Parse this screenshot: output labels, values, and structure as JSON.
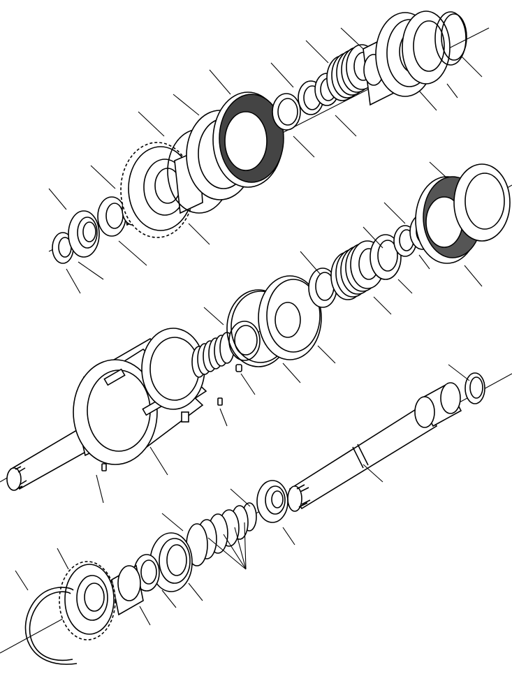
{
  "diagram": {
    "type": "exploded-parts-view",
    "colors": {
      "ink": "#000000",
      "paper": "#ffffff"
    },
    "assemblies": [
      {
        "id": "upper-clutch-pack",
        "callout_count": 17
      },
      {
        "id": "middle-clutch-pack-and-drum",
        "callout_count": 15
      },
      {
        "id": "lower-output-shaft",
        "callout_count": 11
      }
    ]
  }
}
